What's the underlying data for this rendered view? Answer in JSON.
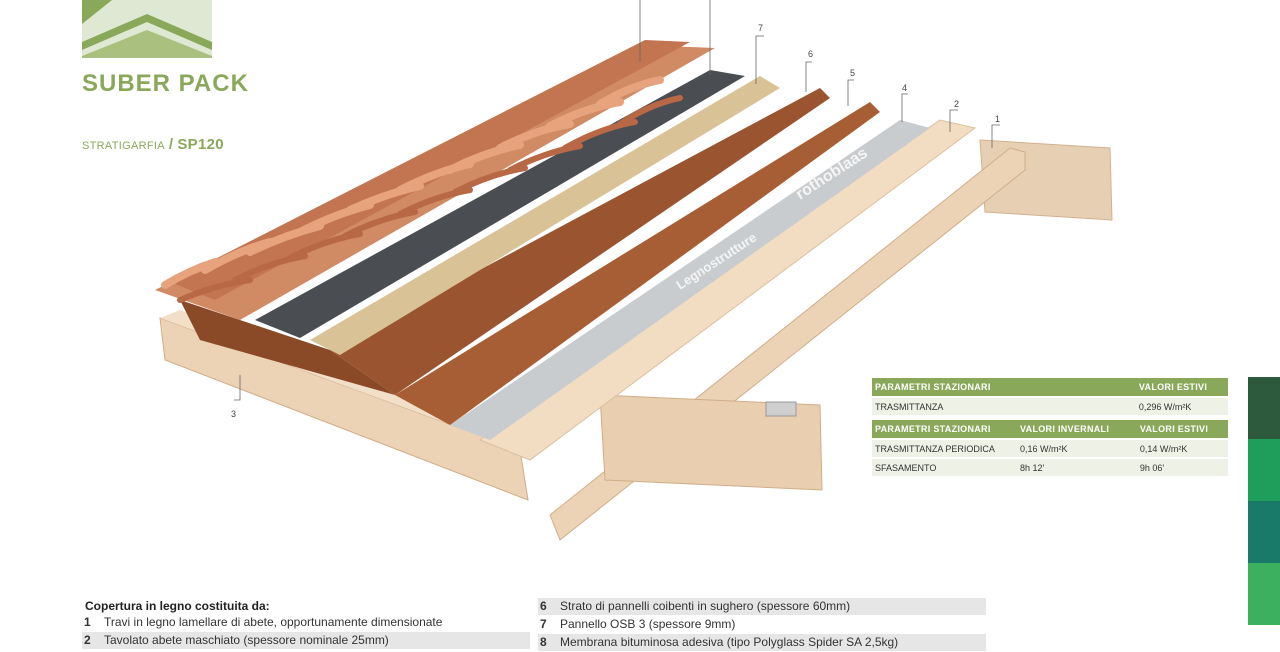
{
  "header": {
    "title": "SUBER PACK",
    "subtitle_label": "STRATIGARFIA",
    "subtitle_sep": "/",
    "subtitle_code": "SP120"
  },
  "callouts": [
    "1",
    "2",
    "3",
    "4",
    "5",
    "6",
    "7"
  ],
  "brand_prints": {
    "membrane_brand": "rothoblaas",
    "membrane_series": "Legnostrutture"
  },
  "params_summer": {
    "headers": [
      "PARAMETRI STAZIONARI",
      "",
      "VALORI ESTIVI"
    ],
    "rows": [
      [
        "TRASMITTANZA",
        "",
        "0,296 W/m²K"
      ]
    ]
  },
  "params_dynamic": {
    "headers": [
      "PARAMETRI STAZIONARI",
      "VALORI INVERNALI",
      "VALORI ESTIVI"
    ],
    "rows": [
      [
        "TRASMITTANZA PERIODICA",
        "0,16 W/m²K",
        "0,14 W/m²K"
      ],
      [
        "SFASAMENTO",
        "8h 12'",
        "9h 06'"
      ]
    ]
  },
  "description": {
    "title": "Copertura in legno costituita da:",
    "left_items": [
      {
        "num": "1",
        "text": "Travi in legno lamellare di abete, opportunamente dimensionate"
      },
      {
        "num": "2",
        "text": "Tavolato abete maschiato (spessore nominale 25mm)"
      }
    ],
    "right_items": [
      {
        "num": "6",
        "text": "Strato di pannelli coibenti in sughero (spessore 60mm)"
      },
      {
        "num": "7",
        "text": "Pannello OSB 3 (spessore 9mm)"
      },
      {
        "num": "8",
        "text": "Membrana bituminosa adesiva (tipo Polyglass Spider SA 2,5kg)"
      }
    ]
  },
  "colors": {
    "accent": "#8aa85a",
    "side_tabs": [
      "#2d5a3d",
      "#1e9e5a",
      "#1a7a6a",
      "#3db060"
    ]
  }
}
